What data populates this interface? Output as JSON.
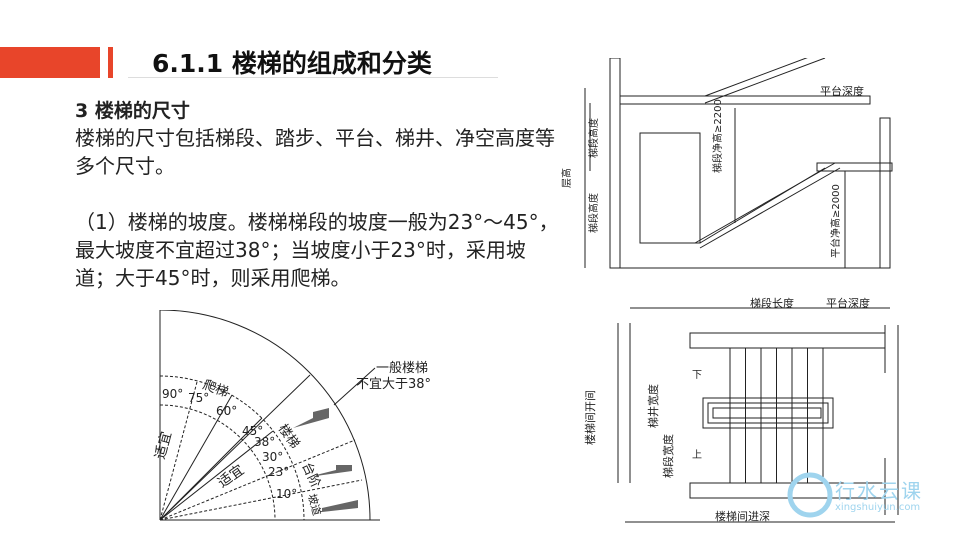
{
  "title": "6.1.1   楼梯的组成和分类",
  "subtitle": "3 楼梯的尺寸",
  "paragraphs": [
    "楼梯的尺寸包括梯段、踏步、平台、梯井、净空高度等多个尺寸。",
    "（1）楼梯的坡度。楼梯梯段的坡度一般为23°～45°，最大坡度不宜超过38°；当坡度小于23°时，采用坡道；大于45°时，则采用爬梯。"
  ],
  "slope_diagram": {
    "angles": [
      "90°",
      "75°",
      "60°",
      "45°",
      "38°",
      "30°",
      "23°",
      "10°"
    ],
    "labels": {
      "ladder": "爬梯",
      "stair": "楼梯",
      "step": "台阶",
      "ramp": "坡道",
      "suitable1": "适宜",
      "suitable2": "适宜",
      "note1": "一般楼梯",
      "note2": "不宜大于38°"
    }
  },
  "section_diagram": {
    "labels": [
      "平台深度",
      "层高",
      "梯段高度",
      "梯段高度",
      "梯段净高≥2200",
      "平台净高≥2000"
    ]
  },
  "plan_diagram": {
    "labels": {
      "run_length": "梯段长度",
      "landing_depth": "平台深度",
      "bay_width": "楼梯间开间",
      "well_width": "梯井宽度",
      "run_width": "梯段宽度",
      "depth": "楼梯间进深",
      "down": "下",
      "up": "上"
    }
  },
  "watermark": {
    "name": "行水云课",
    "url": "xingshuiyun.com"
  }
}
